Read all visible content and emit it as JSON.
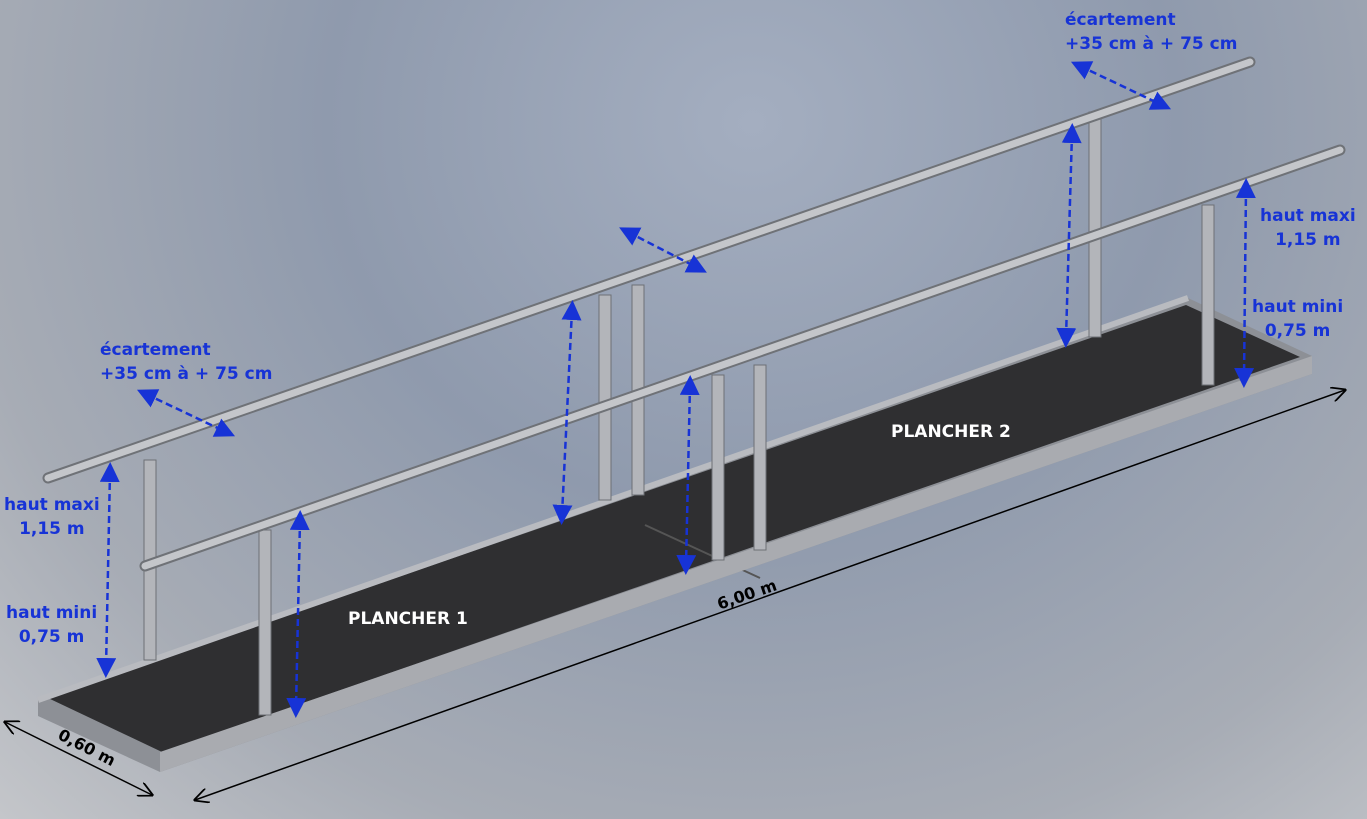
{
  "title": "Barres parallèles - vue 3D",
  "labels": {
    "ecartement": "écartement",
    "ecartement_range": "+35 cm à + 75 cm",
    "haut_maxi": "haut maxi",
    "haut_maxi_value": "1,15 m",
    "haut_mini": "haut mini",
    "haut_mini_value": "0,75 m",
    "plancher_1": "PLANCHER 1",
    "plancher_2": "PLANCHER 2",
    "length": "6,00 m",
    "width": "0,60 m"
  },
  "colors": {
    "annotation": "#1733d6",
    "floor": "#2e2e30",
    "rail": "#b9bbbf"
  }
}
